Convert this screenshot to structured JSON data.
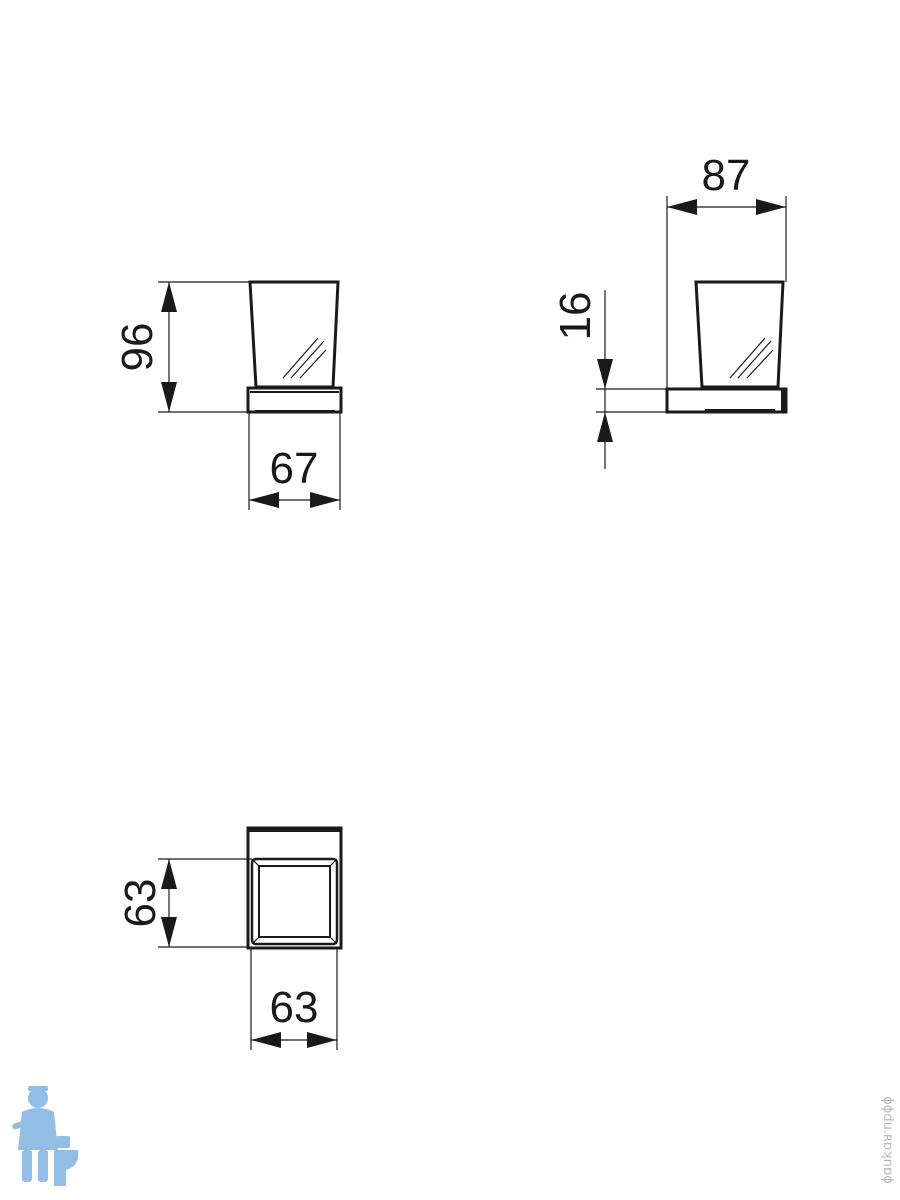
{
  "views": {
    "front": {
      "height_label": "96",
      "width_label": "67"
    },
    "side": {
      "depth_label": "87",
      "base_label": "16"
    },
    "top": {
      "depth_label": "63",
      "width_label": "63"
    }
  },
  "watermark": {
    "text": "ɸɸdu.ʀɒʞnɒɸ",
    "mascot_icon": "plumber-mascot-icon"
  },
  "colors": {
    "line": "#1a1a1a",
    "mascot": "#7fb2e0"
  }
}
